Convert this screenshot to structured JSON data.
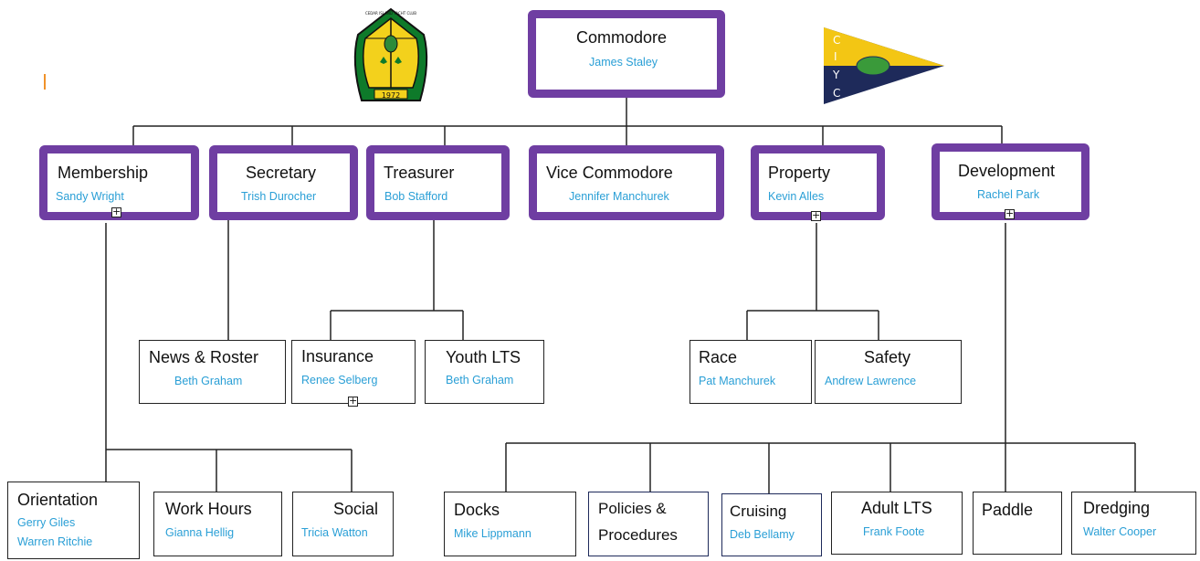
{
  "logos": {
    "club_name": "CEDAR ISLAND YACHT CLUB",
    "club_year": "1972",
    "pennant_letters": [
      "C",
      "I",
      "Y",
      "C"
    ],
    "colors": {
      "purple": "#6f3ea2",
      "navy": "#1e2a5a",
      "yellow": "#f3c614",
      "green": "#3a9a3a",
      "name_blue": "#2a9fd6"
    }
  },
  "nodes": {
    "commodore": {
      "title": "Commodore",
      "name": "James Staley"
    },
    "membership": {
      "title": "Membership",
      "name": "Sandy Wright"
    },
    "secretary": {
      "title": "Secretary",
      "name": "Trish Durocher"
    },
    "treasurer": {
      "title": "Treasurer",
      "name": "Bob Stafford"
    },
    "vice_commodore": {
      "title": "Vice Commodore",
      "name": "Jennifer Manchurek"
    },
    "property": {
      "title": "Property",
      "name": "Kevin Alles"
    },
    "development": {
      "title": "Development",
      "name": "Rachel Park"
    },
    "news_roster": {
      "title": "News & Roster",
      "name": "Beth Graham"
    },
    "insurance": {
      "title": "Insurance",
      "name": "Renee Selberg"
    },
    "youth_lts": {
      "title": "Youth LTS",
      "name": "Beth Graham"
    },
    "race": {
      "title": "Race",
      "name": "Pat Manchurek"
    },
    "safety": {
      "title": "Safety",
      "name": "Andrew Lawrence"
    },
    "orientation": {
      "title": "Orientation",
      "name": "Gerry Giles",
      "name2": "Warren Ritchie"
    },
    "work_hours": {
      "title": "Work Hours",
      "name": "Gianna Hellig"
    },
    "social": {
      "title": "Social",
      "name": "Tricia Watton"
    },
    "docks": {
      "title": "Docks",
      "name": "Mike  Lippmann"
    },
    "policies": {
      "title": "Policies &",
      "title2": "Procedures"
    },
    "cruising": {
      "title": "Cruising",
      "name": "Deb Bellamy"
    },
    "adult_lts": {
      "title": "Adult LTS",
      "name": "Frank Foote"
    },
    "paddle": {
      "title": "Paddle"
    },
    "dredging": {
      "title": "Dredging",
      "name": "Walter Cooper"
    }
  },
  "expander_symbol": "+"
}
